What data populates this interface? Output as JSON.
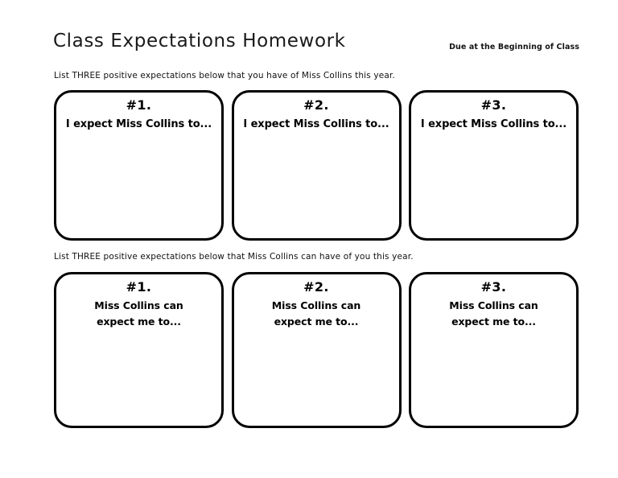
{
  "document": {
    "title": "Class Expectations Homework",
    "due_note": "Due at the Beginning of Class"
  },
  "sections": [
    {
      "instruction": "List THREE positive expectations below that you have of Miss Collins this year.",
      "boxes": [
        {
          "number": "#1.",
          "prompt": "I expect Miss Collins to..."
        },
        {
          "number": "#2.",
          "prompt": "I expect Miss Collins to..."
        },
        {
          "number": "#3.",
          "prompt": "I expect Miss Collins to..."
        }
      ]
    },
    {
      "instruction": "List THREE positive expectations below that Miss Collins can have of you this year.",
      "boxes": [
        {
          "number": "#1.",
          "prompt": "Miss Collins can\nexpect me to..."
        },
        {
          "number": "#2.",
          "prompt": "Miss Collins can\nexpect me to..."
        },
        {
          "number": "#3.",
          "prompt": "Miss Collins can\nexpect me to..."
        }
      ]
    }
  ],
  "colors": {
    "page_background": "#ffffff",
    "ink": "#000000",
    "box_border": "#000000"
  }
}
